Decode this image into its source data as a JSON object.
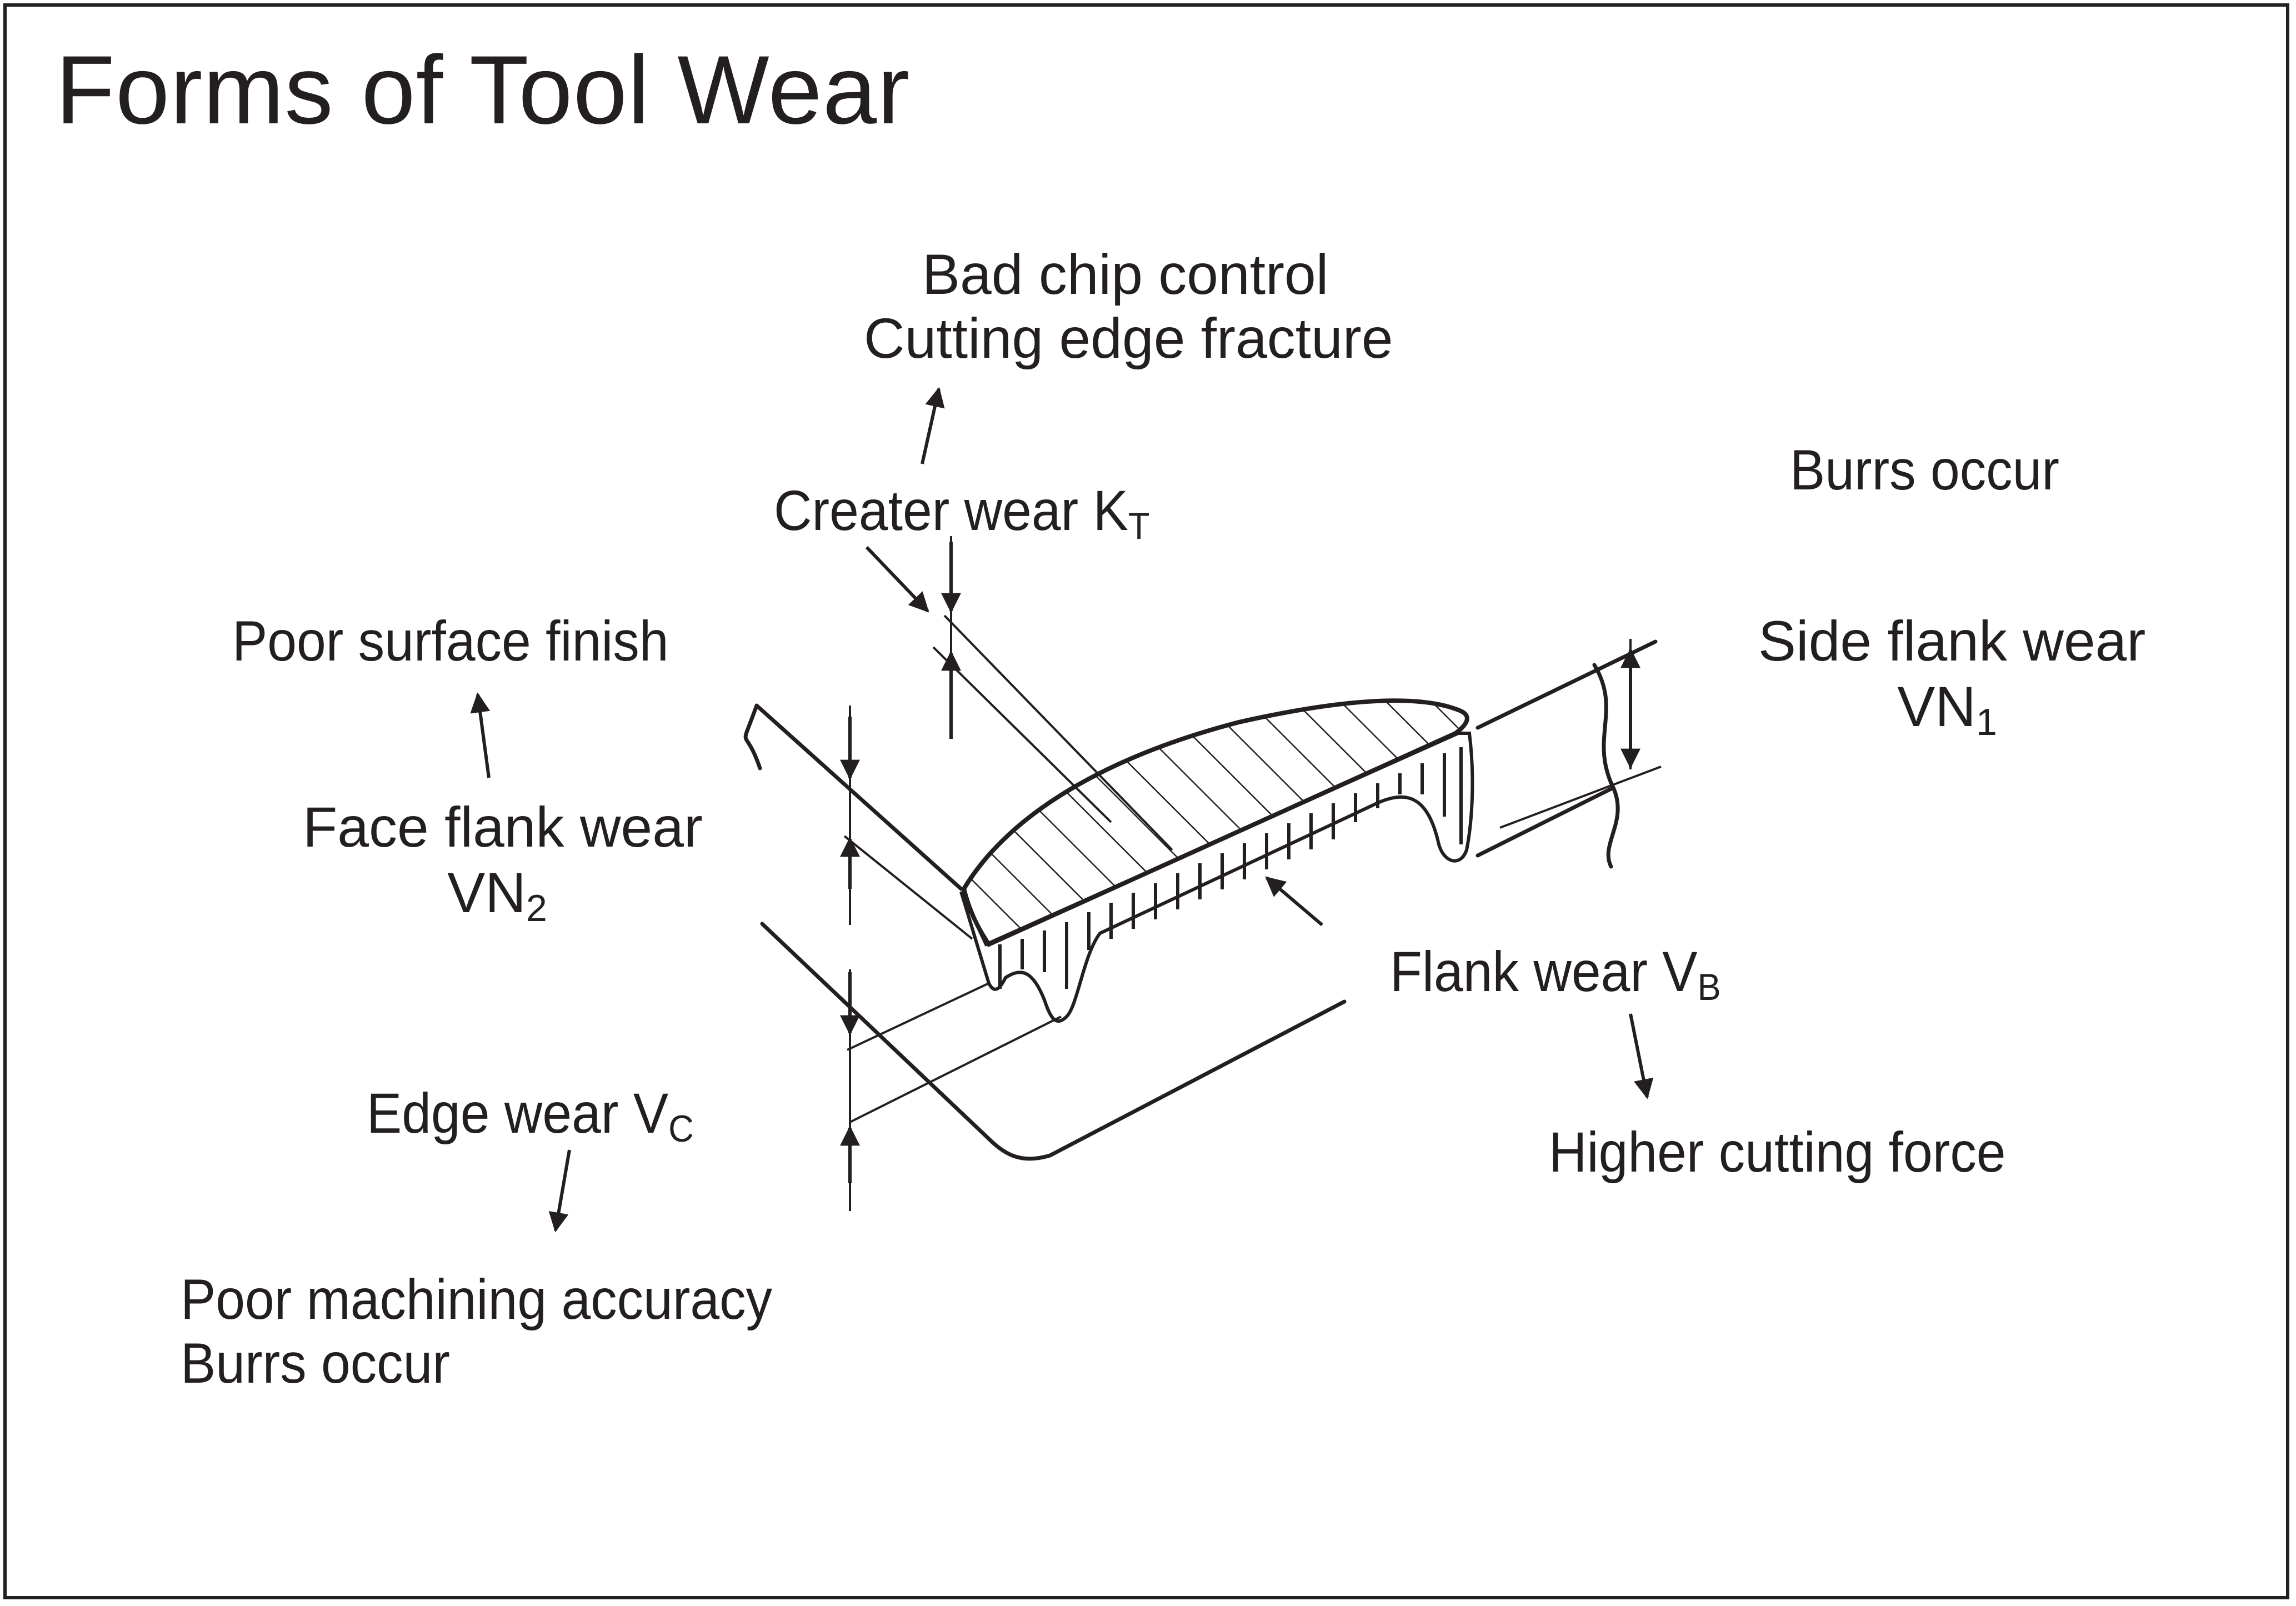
{
  "title": "Forms of Tool Wear",
  "labels": {
    "bad_chip_control": "Bad chip control",
    "cutting_edge_fracture": "Cutting edge fracture",
    "crater_wear_text": "Creater wear K",
    "crater_wear_sub": "T",
    "burrs_occur_right": "Burrs occur",
    "poor_surface_finish": "Poor surface finish",
    "side_flank_wear": "Side flank wear",
    "side_flank_symbol": "VN",
    "side_flank_sub": "1",
    "face_flank_wear": "Face flank wear",
    "face_flank_symbol": "VN",
    "face_flank_sub": "2",
    "flank_wear_text": "Flank wear V",
    "flank_wear_sub": "B",
    "edge_wear_text": "Edge wear V",
    "edge_wear_sub": "C",
    "higher_cutting_force": "Higher cutting force",
    "poor_machining_accuracy": "Poor machining accuracy",
    "burrs_occur_left": "Burrs occur"
  },
  "colors": {
    "ink": "#231f20",
    "background": "#ffffff"
  }
}
